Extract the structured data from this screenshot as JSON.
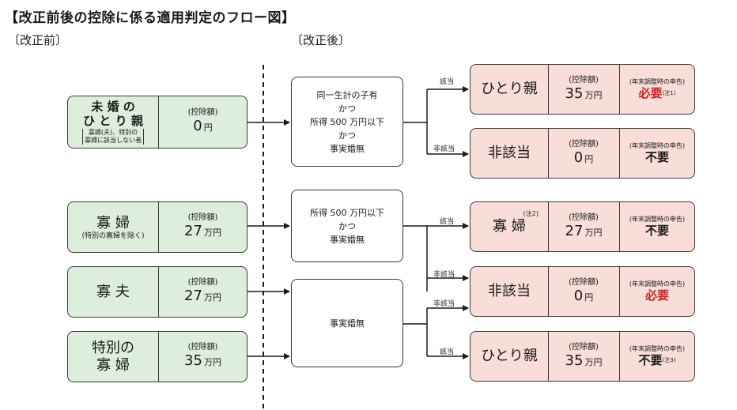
{
  "title": "【改正前後の控除に係る適用判定のフロー図】",
  "before_label": "〔改正前〕",
  "after_label": "〔改正後〕",
  "deduction_label": "(控除額)",
  "yen": "円",
  "man_yen": "万円",
  "declaration_label": "(年末調整時の申告)",
  "before": {
    "mikon": {
      "line1": "未 婚 の",
      "line2": "ひ と り 親",
      "note1": "寡婦(夫)、特別の",
      "note2": "寡婦に該当しない者",
      "amount": "0"
    },
    "kafu": {
      "name": "寡 婦",
      "note": "(特別の寡婦を除く)",
      "amount": "27"
    },
    "kafu_m": {
      "name": "寡 夫",
      "amount": "27"
    },
    "tokubetsu": {
      "line1": "特別の",
      "line2": "寡 婦",
      "amount": "35"
    }
  },
  "conditions": {
    "c1": [
      "同一生計の子有",
      "かつ",
      "所得 500 万円以下",
      "かつ",
      "事実婚無"
    ],
    "c2": [
      "所得 500 万円以下",
      "かつ",
      "事実婚無"
    ],
    "c3": "事実婚無"
  },
  "branch": {
    "yes": "該当",
    "no": "非該当"
  },
  "results": {
    "r1": {
      "name": "ひとり親",
      "amount": "35",
      "decl": "必要",
      "note": "(注1)"
    },
    "r2": {
      "name": "非該当",
      "amount": "0",
      "decl": "不要"
    },
    "r3": {
      "name": "寡 婦",
      "note_top": "(注2)",
      "amount": "27",
      "decl": "不要"
    },
    "r4": {
      "name": "非該当",
      "amount": "0",
      "decl": "必要"
    },
    "r5": {
      "name": "ひとり親",
      "amount": "35",
      "decl": "不要",
      "note": "(注3)"
    }
  }
}
